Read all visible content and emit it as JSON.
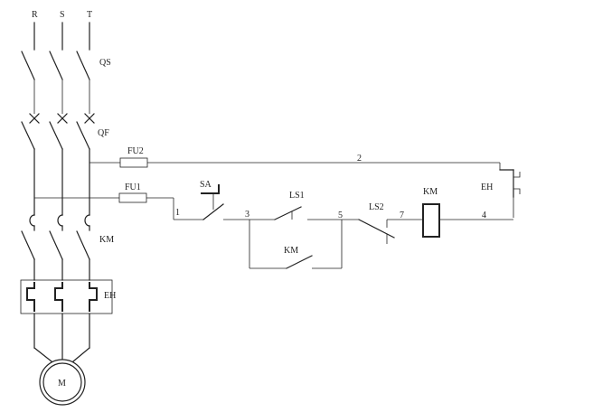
{
  "phases": {
    "r": "R",
    "s": "S",
    "t": "T"
  },
  "labels": {
    "qs": "QS",
    "qf": "QF",
    "km_main": "KM",
    "eh_main": "EH",
    "motor": "M",
    "fu2": "FU2",
    "fu1": "FU1",
    "sa": "SA",
    "ls1": "LS1",
    "ls2": "LS2",
    "km_hold": "KM",
    "km_coil": "KM",
    "eh_ctrl": "EH"
  },
  "nodes": {
    "n1": "1",
    "n2": "2",
    "n3": "3",
    "n4": "4",
    "n5": "5",
    "n7": "7"
  }
}
